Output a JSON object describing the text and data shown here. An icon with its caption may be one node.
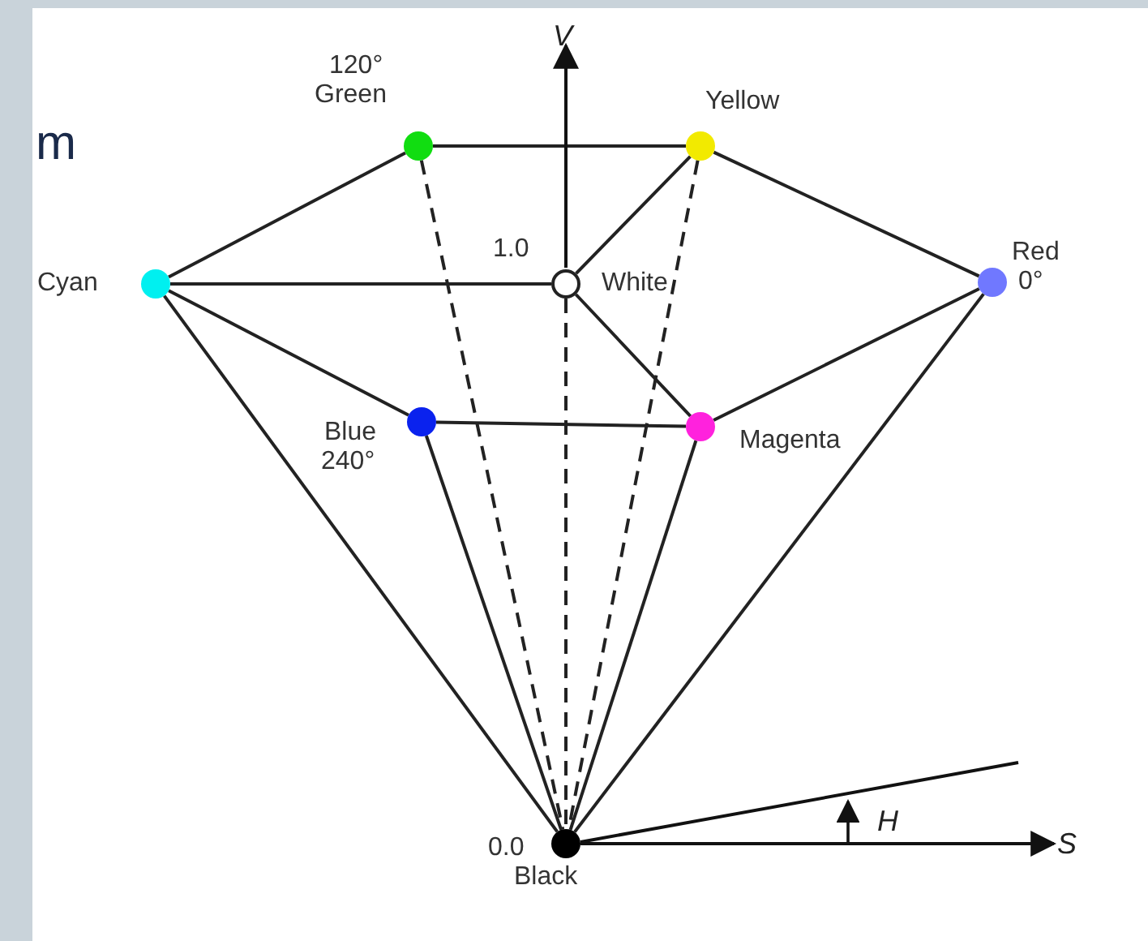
{
  "diagram": {
    "nodes": [
      {
        "text": [
          "120°",
          "Green"
        ]
      },
      {
        "text": [
          "Yellow"
        ]
      },
      {
        "text": [
          "Cyan"
        ]
      },
      {
        "text": [
          "1.0",
          "White"
        ]
      },
      {
        "text": [
          "Red",
          "0°"
        ]
      },
      {
        "text": [
          "Blue",
          "240°"
        ]
      },
      {
        "text": [
          "Magenta"
        ]
      },
      {
        "text": [
          "0.0",
          "Black"
        ]
      }
    ],
    "edges": [
      {
        "from": 0,
        "to": 1,
        "arrow": "none"
      },
      {
        "from": 2,
        "to": 0,
        "arrow": "none"
      },
      {
        "from": 1,
        "to": 4,
        "arrow": "none"
      },
      {
        "from": 3,
        "to": 1,
        "arrow": "none"
      },
      {
        "from": 2,
        "to": 3,
        "arrow": "none"
      },
      {
        "from": 3,
        "to": 6,
        "arrow": "none"
      },
      {
        "from": 2,
        "to": 5,
        "arrow": "none"
      },
      {
        "from": 5,
        "to": 6,
        "arrow": "none"
      },
      {
        "from": 6,
        "to": 4,
        "arrow": "none"
      },
      {
        "from": 0,
        "to": 7,
        "arrow": "none",
        "style": "dashed"
      },
      {
        "from": 3,
        "to": 7,
        "arrow": "none",
        "style": "dashed"
      },
      {
        "from": 1,
        "to": 7,
        "arrow": "none",
        "style": "dashed"
      },
      {
        "from": 2,
        "to": 7,
        "arrow": "none"
      },
      {
        "from": 5,
        "to": 7,
        "arrow": "none"
      },
      {
        "from": 6,
        "to": 7,
        "arrow": "none"
      },
      {
        "from": 4,
        "to": 7,
        "arrow": "none"
      }
    ],
    "labels": [
      "V",
      "m",
      "H",
      "S"
    ]
  }
}
